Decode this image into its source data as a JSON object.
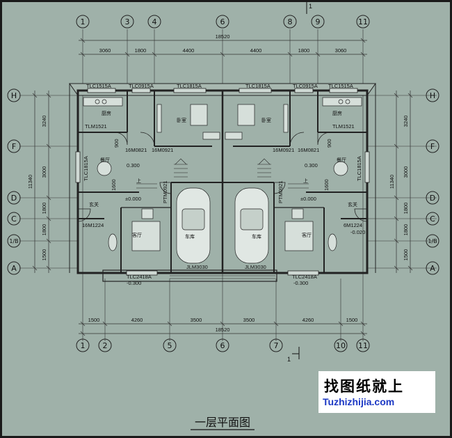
{
  "title": "一层平面图",
  "brand": {
    "name": "找图纸就上",
    "url": "Tuzhizhijia.com"
  },
  "axes_top": [
    "1",
    "3",
    "4",
    "6",
    "8",
    "9",
    "11"
  ],
  "axes_bottom": [
    "1",
    "2",
    "5",
    "6",
    "7",
    "10",
    "11"
  ],
  "axes_side": [
    "H",
    "F",
    "D",
    "C",
    "1/B",
    "A"
  ],
  "dims": {
    "top_total": "18520",
    "top": [
      "3060",
      "1800",
      "4400",
      "4400",
      "1800",
      "3060"
    ],
    "bottom_total": "18520",
    "bottom": [
      "1500",
      "4260",
      "3500",
      "3500",
      "4260",
      "1500"
    ],
    "left": [
      "3240",
      "3000",
      "1800",
      "1800",
      "1500"
    ],
    "left_total": "11340",
    "right": [
      "3240",
      "3000",
      "1800",
      "1800",
      "1500"
    ],
    "right_total": "11340"
  },
  "marks": {
    "north": "1",
    "south": "1"
  },
  "labels": {
    "tlc1515a": "TLC1515A",
    "tlc0915a": "TLC0915A",
    "tlc1815a": "TLC1815A",
    "tlm1521": "TLM1521",
    "m0821": "16M0821",
    "m0921": "16M0921",
    "m0921b": "16M0921",
    "m0821b": "16M0821",
    "tlc1815a_v": "TLC1815A",
    "ptm0921": "PTM0921",
    "m1224": "16M1224",
    "m1224b": "6M1224",
    "tlc2418a": "TLC2418A",
    "jlm3030": "JLM3030",
    "l900": "900",
    "l1600": "1600",
    "e0300": "0.300",
    "e000": "±0.000",
    "em0300": "-0.300",
    "em0020": "-0.020"
  },
  "rooms": {
    "kitchen": "厨房",
    "bedroom": "卧室",
    "dining": "餐厅",
    "foyer": "玄关",
    "living": "客厅",
    "garage": "车库",
    "up": "上"
  }
}
